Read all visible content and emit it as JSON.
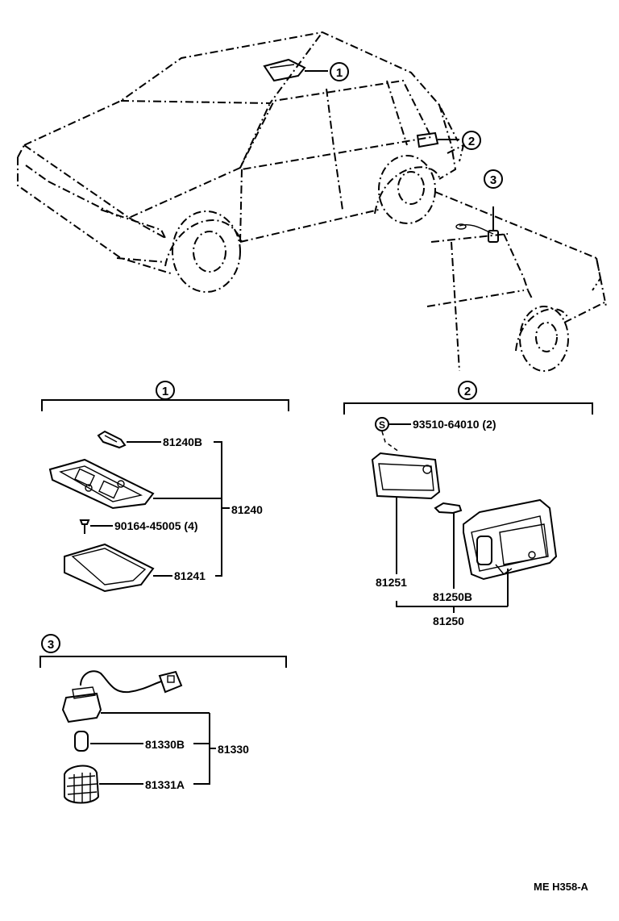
{
  "callouts": {
    "c1": "1",
    "c2": "2",
    "c3": "3"
  },
  "group1": {
    "header": "1",
    "labels": {
      "bulb": "81240B",
      "assy": "81240",
      "screw": "90164-45005 (4)",
      "lens": "81241"
    }
  },
  "group2": {
    "header": "2",
    "labels": {
      "screw": "93510-64010 (2)",
      "lens": "81251",
      "bulb": "81250B",
      "assy": "81250"
    }
  },
  "group3": {
    "header": "3",
    "labels": {
      "bulb": "81330B",
      "assy": "81330",
      "lens": "81331A"
    }
  },
  "footer": {
    "code": "ME  H358-A"
  }
}
